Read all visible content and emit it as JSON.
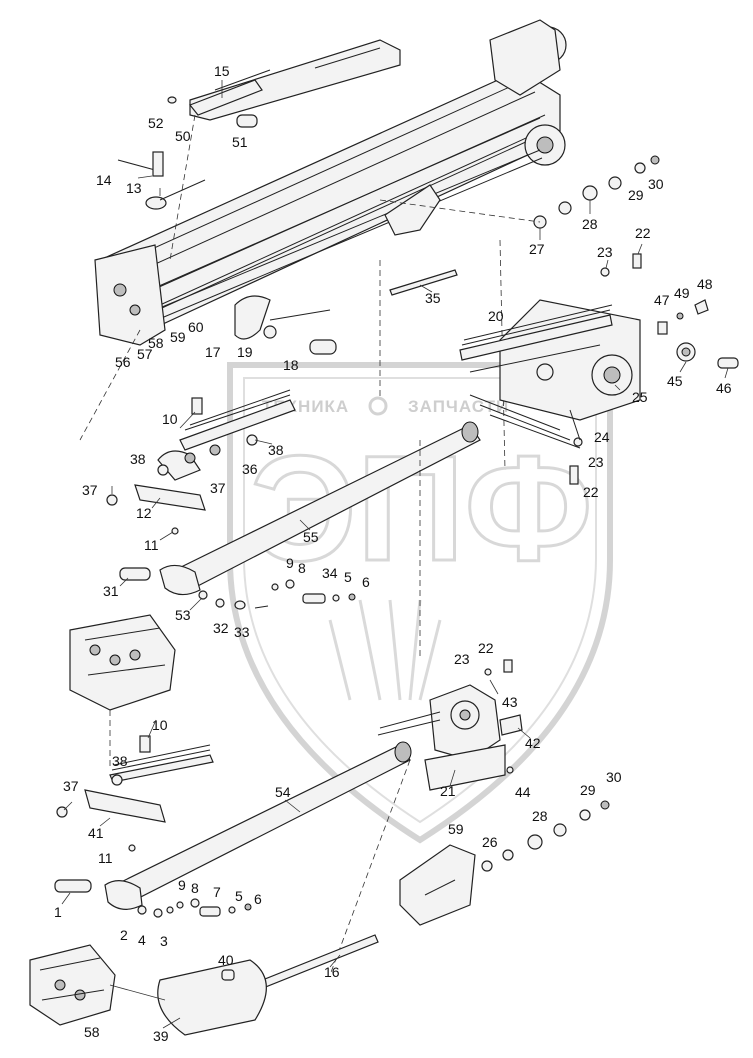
{
  "watermark": {
    "left_text": "ТЕХНИКА",
    "right_text": "ЗАПЧАСТИ",
    "big_letters": "ЭПФ"
  },
  "callouts": [
    "15",
    "52",
    "50",
    "51",
    "14",
    "13",
    "30",
    "29",
    "28",
    "27",
    "23",
    "22",
    "35",
    "47",
    "49",
    "48",
    "20",
    "60",
    "59",
    "58",
    "57",
    "56",
    "17",
    "19",
    "18",
    "45",
    "46",
    "25",
    "10",
    "38",
    "36",
    "24",
    "23b",
    "22b",
    "37",
    "12",
    "11",
    "55",
    "9",
    "8",
    "34",
    "5",
    "6",
    "31",
    "53",
    "32",
    "33",
    "23c",
    "22c",
    "43",
    "42",
    "10b",
    "38b",
    "37b",
    "54",
    "21",
    "44",
    "41",
    "11b",
    "30b",
    "29b",
    "28b",
    "26",
    "59b",
    "1",
    "9b",
    "8b",
    "7",
    "5b",
    "6b",
    "2",
    "4",
    "3",
    "40",
    "16",
    "58b",
    "39"
  ],
  "labels": {
    "15": "15",
    "52": "52",
    "50": "50",
    "51": "51",
    "14": "14",
    "13": "13",
    "30": "30",
    "29": "29",
    "28": "28",
    "27": "27",
    "23": "23",
    "22": "22",
    "35": "35",
    "47": "47",
    "49": "49",
    "48": "48",
    "20": "20",
    "60": "60",
    "59": "59",
    "58": "58",
    "57": "57",
    "56": "56",
    "17": "17",
    "19": "19",
    "18": "18",
    "45": "45",
    "46": "46",
    "25": "25",
    "10": "10",
    "38": "38",
    "36": "36",
    "24": "24",
    "23b": "23",
    "22b": "22",
    "37": "37",
    "12": "12",
    "11": "11",
    "55": "55",
    "9": "9",
    "8": "8",
    "34": "34",
    "5": "5",
    "6": "6",
    "31": "31",
    "53": "53",
    "32": "32",
    "33": "33",
    "23c": "23",
    "22c": "22",
    "43": "43",
    "42": "42",
    "10b": "10",
    "38b": "38",
    "37b": "37",
    "54": "54",
    "21": "21",
    "44": "44",
    "41": "41",
    "11b": "11",
    "30b": "30",
    "29b": "29",
    "28b": "28",
    "26": "26",
    "59b": "59",
    "1": "1",
    "9b": "9",
    "8b": "8",
    "7": "7",
    "5b": "5",
    "6b": "6",
    "2": "2",
    "4": "4",
    "3": "3",
    "40": "40",
    "16": "16",
    "58b": "58",
    "39": "39"
  },
  "colors": {
    "ink": "#111111",
    "watermark": "#c9c9c9",
    "part_fill": "#f3f3f3",
    "part_dark": "#bdbdbd"
  }
}
